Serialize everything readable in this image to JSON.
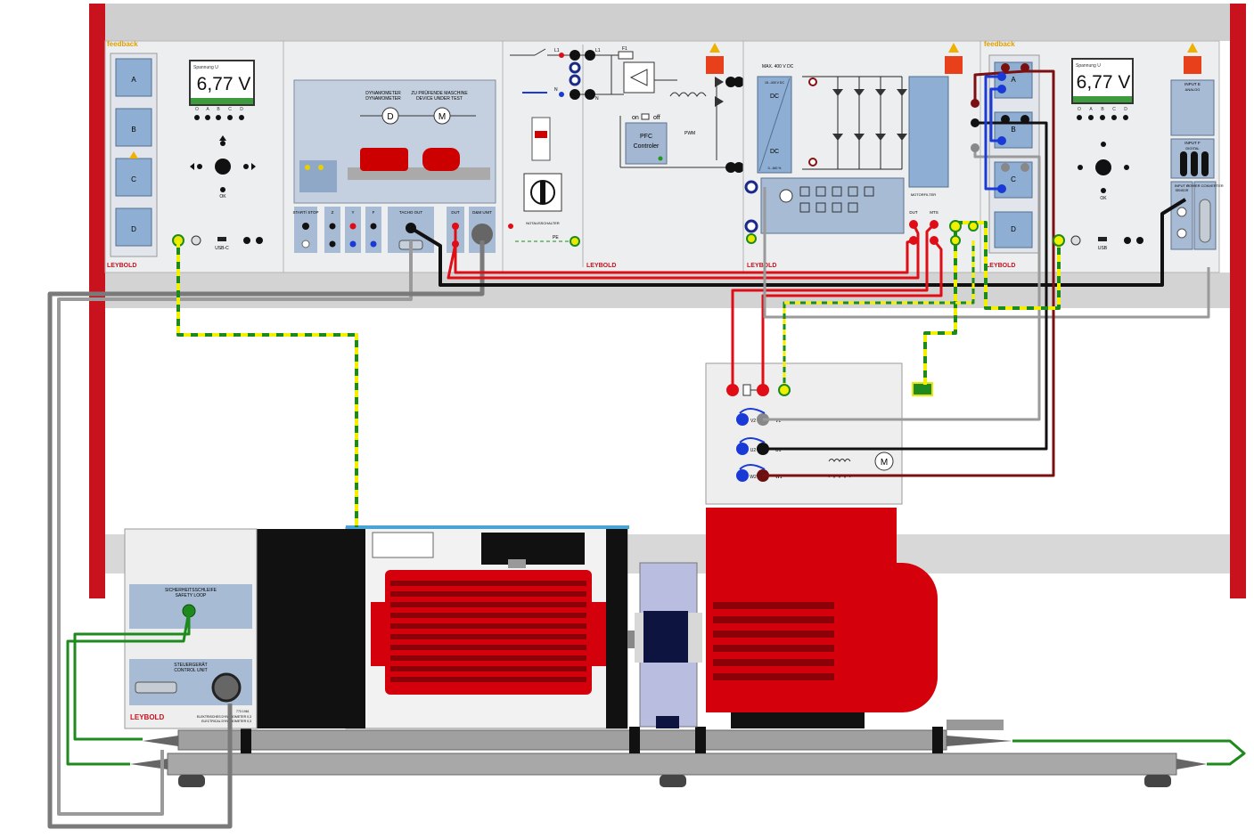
{
  "brand": {
    "feedback": "feedback",
    "leybold": "LEYBOLD"
  },
  "module1": {
    "channels": [
      "A",
      "B",
      "C",
      "D"
    ],
    "display": {
      "caption": "Spannung U",
      "value": "6,77 V"
    },
    "select_labels": [
      "O",
      "A",
      "B",
      "C",
      "D"
    ],
    "ok_label": "OK",
    "usb_label": "USB-C"
  },
  "dynamometer": {
    "dynamometer_label": "DYNAMOMETER",
    "dynamometer_label_2": "DYNAMOMETER",
    "dut_label": "ZU PRÜFENDE MASCHINE",
    "dut_label_2": "DEVICE UNDER TEST",
    "letter_d": "D",
    "letter_m": "M",
    "controls": [
      "START/ STOP",
      "Z",
      "Y",
      "F"
    ],
    "tacho_label": "TACHO OUT",
    "dmunit_label": "DM UNIT",
    "dut_small": "DUT",
    "dm_unit_small": "D&M UNIT"
  },
  "supply": {
    "pfc_label_1": "PFC",
    "pfc_label_2": "Controler",
    "on_label": "on",
    "off_label": "off",
    "pwm_label": "PWM",
    "l1": "L1",
    "n": "N",
    "f1": "F1",
    "pe": "PE",
    "estop_label": "NOTAUSSCHALTER",
    "l1_out": "L1",
    "n_out": "N"
  },
  "inverter": {
    "max_label": "MAX. 400 V DC",
    "dc_top": "DC",
    "dc_bottom": "DC",
    "range_top": "15...400 V DC",
    "range_bottom": "0...160 %",
    "motorfilter": "MOTORFILTER",
    "dut_label": "DUT",
    "mts_label": "MTS"
  },
  "module2": {
    "channels": [
      "A",
      "B",
      "C",
      "D"
    ],
    "display": {
      "caption": "Spannung U",
      "value": "6,77 V"
    },
    "select_labels": [
      "O",
      "A",
      "B",
      "C",
      "D"
    ],
    "ok_label": "OK",
    "usb_label": "USB",
    "input_e": "INPUT E",
    "input_e_sub": "ANALOG",
    "input_f": "INPUT F",
    "input_f_sub": "DIGITAL",
    "input_g": "INPUT G",
    "input_g_sub": "SENSOR",
    "power_converter": "POWER CONVERTER"
  },
  "terminal_box": {
    "u1": "U1",
    "u2": "U2",
    "v1": "V1",
    "v2": "V2",
    "w1": "W1",
    "w2": "W2",
    "motor_letter": "M"
  },
  "control_unit": {
    "safety_loop_1": "SICHERHEITSSCHLEIFE",
    "safety_loop_2": "SAFETY LOOP",
    "control_unit_1": "STEUERGERÄT",
    "control_unit_2": "CONTROL UNIT",
    "brand": "LEYBOLD",
    "part_no": "773 1961",
    "desc_1": "ELEKTRISCHES DYNAMOMETER 0,3",
    "desc_2": "ELECTRICAL DYNAMOMETER 0,3"
  },
  "colors": {
    "frame": "#c8121e",
    "panel": "#eeeff0",
    "blue_module": "#a7bbd4",
    "red": "#e00c16",
    "black": "#111111",
    "grey_wire": "#808080",
    "dark_red_wire": "#7a1010",
    "blue_wire": "#1a3ad8",
    "green_wire": "#1e8a1e",
    "yellow": "#f1f000",
    "motor_red": "#d4000c"
  }
}
